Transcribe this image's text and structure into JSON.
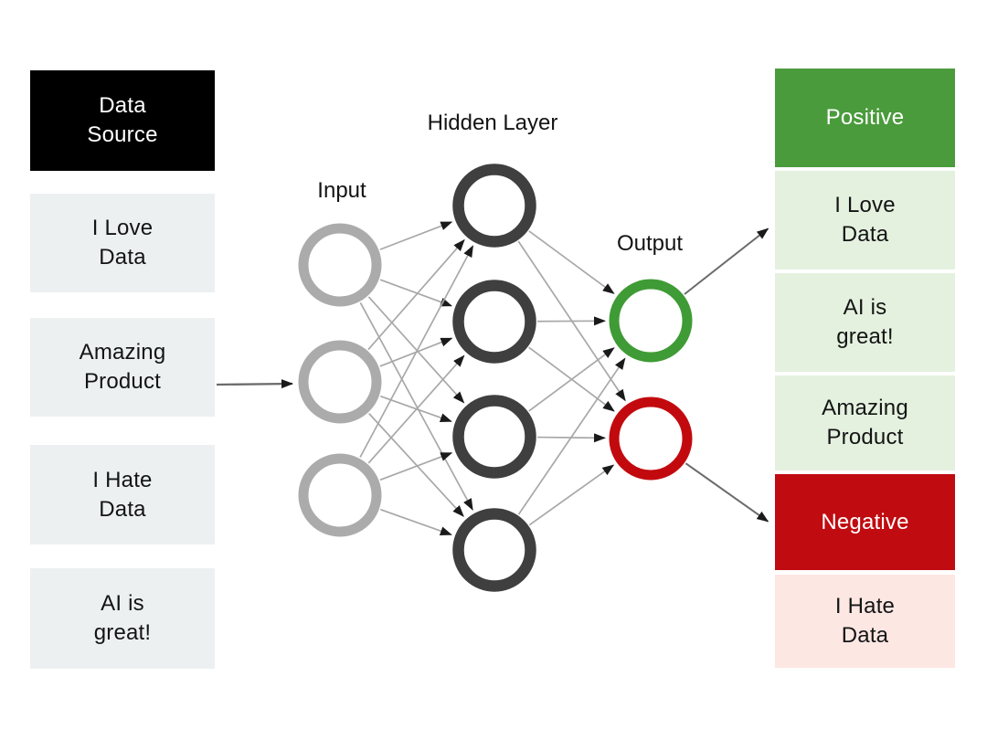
{
  "left_column": {
    "header": "Data\nSource",
    "items": [
      "I Love\nData",
      "Amazing\nProduct",
      "I Hate\nData",
      "AI is\ngreat!"
    ]
  },
  "network": {
    "input_label": "Input",
    "hidden_label": "Hidden Layer",
    "output_label": "Output",
    "input_node_count": 3,
    "hidden_node_count": 4,
    "input_node_color": "#ababab",
    "hidden_node_color": "#3f3f3f",
    "output_nodes": [
      {
        "sentiment": "positive",
        "color": "#3f9b35"
      },
      {
        "sentiment": "negative",
        "color": "#c20a0e"
      }
    ],
    "edge_color": "#a8a8a8",
    "external_arrow_color": "#6b6b6b",
    "arrowhead_color": "#1a1a1a"
  },
  "right_column": {
    "items": [
      {
        "label": "Positive",
        "style": "positive-header"
      },
      {
        "label": "I Love\nData",
        "style": "positive-item"
      },
      {
        "label": "AI is\ngreat!",
        "style": "positive-item"
      },
      {
        "label": "Amazing\nProduct",
        "style": "positive-item"
      },
      {
        "label": "Negative",
        "style": "negative-header"
      },
      {
        "label": "I Hate\nData",
        "style": "negative-item"
      }
    ]
  },
  "colors": {
    "left_header_bg": "#000000",
    "left_item_bg": "#edf0f1",
    "positive_header_bg": "#4a9b3c",
    "positive_item_bg": "#e4f1df",
    "negative_header_bg": "#c00b10",
    "negative_item_bg": "#fce7e3",
    "header_text": "#ffffff",
    "body_text": "#141414"
  }
}
